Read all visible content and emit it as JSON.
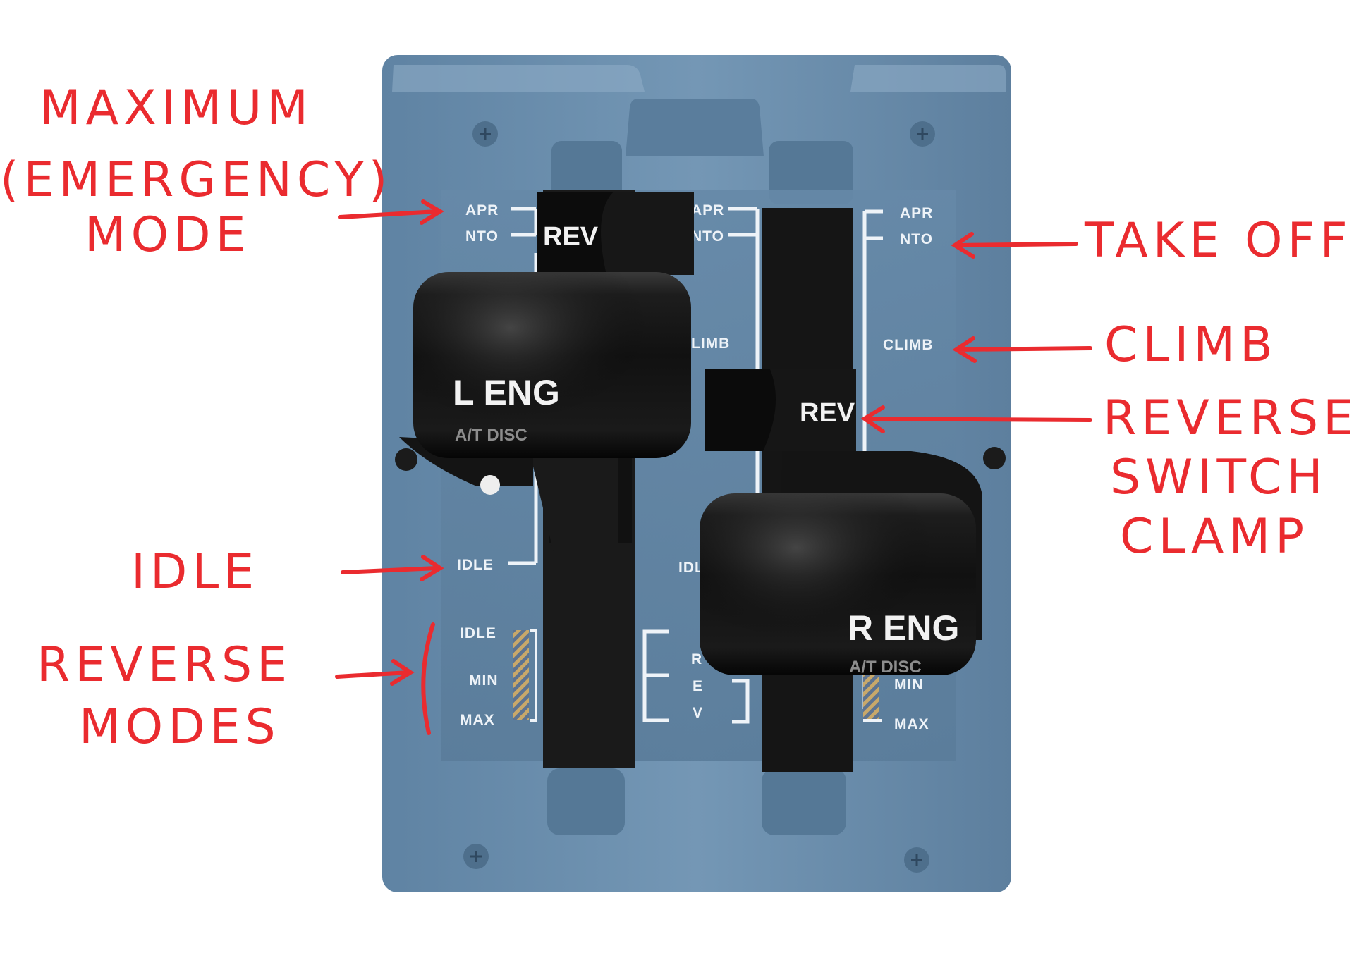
{
  "panel": {
    "left_scale": {
      "apr": "APR",
      "nto": "NTO",
      "idle": "IDLE",
      "rev_idle": "IDLE",
      "rev_min": "MIN",
      "rev_max": "MAX"
    },
    "center_scale": {
      "apr": "APR",
      "nto": "NTO",
      "climb": "LIMB",
      "idle": "IDL",
      "rev_r": "R",
      "rev_e": "E",
      "rev_v": "V"
    },
    "right_scale": {
      "apr": "APR",
      "nto": "NTO",
      "climb": "CLIMB",
      "rev_min": "MIN",
      "rev_max": "MAX"
    },
    "left_lever": {
      "rev": "REV",
      "label": "L ENG",
      "sublabel": "A/T DISC"
    },
    "right_lever": {
      "rev": "REV",
      "label": "R ENG",
      "sublabel": "A/T DISC"
    }
  },
  "annotations": {
    "maximum": [
      "MAXIMUM",
      "(EMERGENCY)",
      "MODE"
    ],
    "take_off": "TAKE  OFF",
    "climb": "CLIMB",
    "reverse_switch_clamp": [
      "REVERSE",
      "SWITCH",
      "CLAMP"
    ],
    "idle": "IDLE",
    "reverse_modes": [
      "REVERSE",
      "MODES"
    ]
  },
  "colors": {
    "panel": "#6f93b2",
    "lever": "#161616",
    "annotation": "#ea2b2f",
    "hatch": "#c8a86a"
  }
}
